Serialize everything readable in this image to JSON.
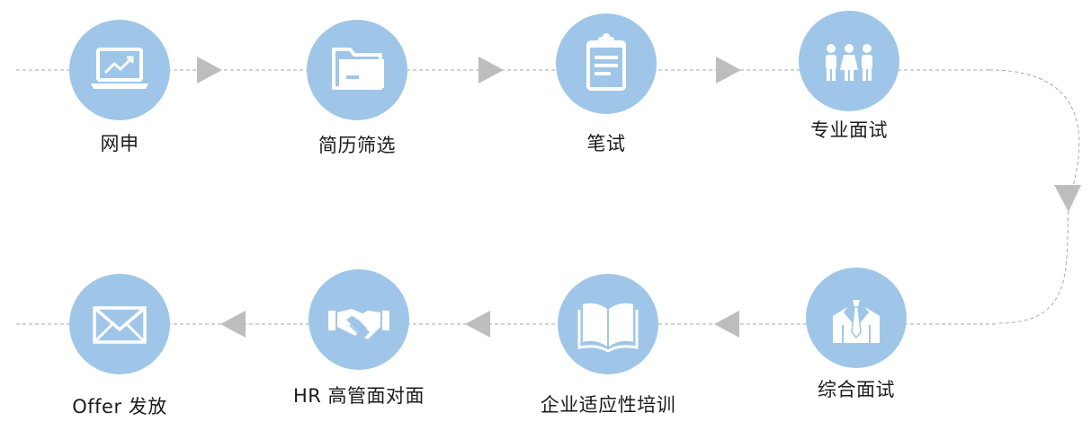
{
  "steps": [
    {
      "label": "网申",
      "icon": "laptop-chart-icon"
    },
    {
      "label": "简历筛选",
      "icon": "folder-icon"
    },
    {
      "label": "笔试",
      "icon": "clipboard-icon"
    },
    {
      "label": "专业面试",
      "icon": "people-group-icon"
    },
    {
      "label": "综合面试",
      "icon": "suit-tie-icon"
    },
    {
      "label": "企业适应性培训",
      "icon": "open-book-icon"
    },
    {
      "label": "HR 高管面对面",
      "icon": "handshake-icon"
    },
    {
      "label": "Offer 发放",
      "icon": "envelope-icon"
    }
  ],
  "colors": {
    "circle": "#9fc6e8",
    "arrow": "#bdbdbd",
    "line": "#a9a9a9",
    "text": "#1b1b1b"
  }
}
